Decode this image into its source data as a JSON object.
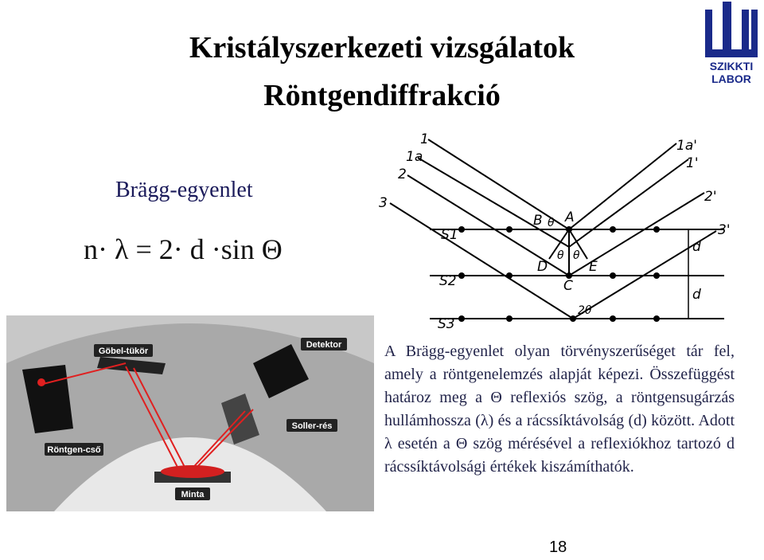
{
  "slide": {
    "title_line1": "Kristályszerkezeti vizsgálatok",
    "title_line2": "Röntgendiffrakció",
    "subheading": "Brägg-egyenlet",
    "formula": "n· λ = 2· d ·sin Θ",
    "paragraph": "A Brägg-egyenlet olyan törvényszerűséget tár fel, amely a röntgenelemzés alapját képezi. Összefüggést határoz meg a Θ reflexiós szög, a röntgensugárzás hullámhossza (λ) és a rácssíktávolság (d) között. Adott λ esetén a Θ szög mérésével a reflexiókhoz tartozó d rácssíktávolsági értékek kiszámíthatók.",
    "page_number": "18"
  },
  "logo": {
    "text_line1": "SZIKKTI",
    "text_line2": "LABOR",
    "color": "#1a2a8a"
  },
  "bragg_diagram": {
    "ray_labels_in": [
      "1",
      "1a",
      "2",
      "3"
    ],
    "ray_labels_out": [
      "1a'",
      "1'",
      "2'",
      "3'"
    ],
    "plane_labels": [
      "S1",
      "S2",
      "S3"
    ],
    "point_labels": [
      "B",
      "A",
      "D",
      "E",
      "C"
    ],
    "angle_labels": [
      "θ",
      "θ",
      "θ",
      "2θ"
    ],
    "spacing_label": "d"
  },
  "apparatus_photo": {
    "labels": [
      "Göbel-tükör",
      "Detektor",
      "Soller-rés",
      "Röntgen-cső",
      "Minta"
    ],
    "colors": {
      "background": "#a9a9a9",
      "beam": "#e02020",
      "sample": "#d22020"
    }
  }
}
